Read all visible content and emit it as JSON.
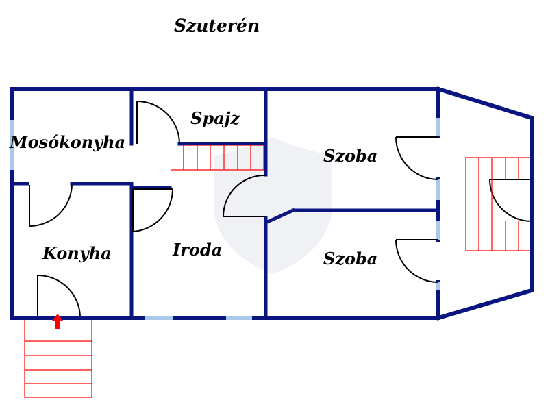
{
  "floor_title": "Szuterén",
  "rooms": {
    "moso": "Mosókonyha",
    "spajz": "Spajz",
    "szoba1": "Szoba",
    "szoba2": "Szoba",
    "konyha": "Konyha",
    "iroda": "Iroda"
  },
  "colors": {
    "wall": "#0a1580",
    "window": "#a9c8ea",
    "stairs": "#ff0000",
    "door": "#000000",
    "entrance_arrow": "#ff0000"
  },
  "icons": {
    "entrance": "arrow-up-icon",
    "watermark": "house-shield-icon"
  }
}
